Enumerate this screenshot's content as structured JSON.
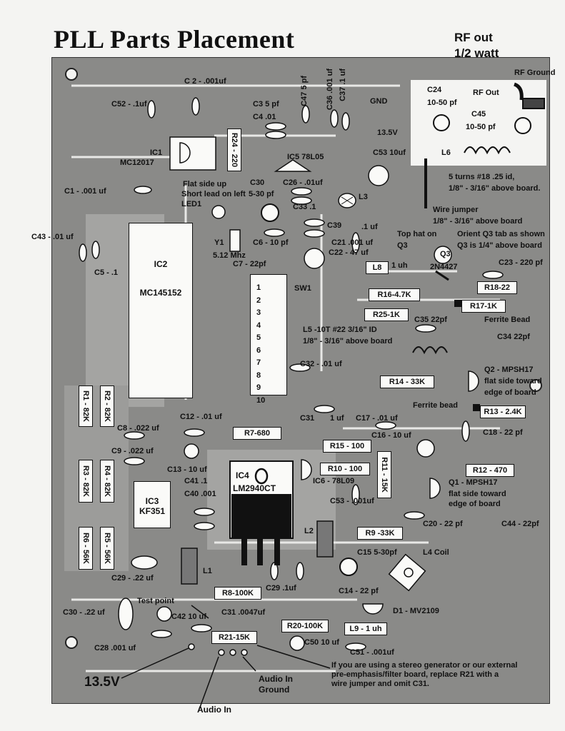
{
  "title": "PLL Parts Placement",
  "rf_out": {
    "line1": "RF out",
    "line2": "1/2 watt"
  },
  "labels": {
    "rf_ground": "RF Ground",
    "rf_out_pad": "RF Out",
    "gnd": "GND",
    "v13_5_top": "13.5V",
    "c2": "C 2 - .001uf",
    "c52": "C52 - .1uf",
    "c3": "C3  5 pf",
    "c4": "C4  .01",
    "c47": "C47 5 pf",
    "c36": "C36 .001 uf",
    "c37": "C37 .1 uf",
    "c24": "C24",
    "c24_val": "10-50 pf",
    "c45": "C45",
    "c45_val": "10-50 pf",
    "l6": "L6",
    "ic1": "IC1",
    "ic1_part": "MC12017",
    "r24": "R24 - 220",
    "ic5": "IC5 78L05",
    "c53_top": "C53 10uf",
    "flat_side": "Flat side up",
    "short_lead": "Short lead on left",
    "led1": "LED1",
    "c1": "C1 - .001 uf",
    "c30": "C30",
    "c30_val": "5-30 pf",
    "c26": "C26 - .01uf",
    "c33": "C33  .1",
    "l3": "L3",
    "turns": "5 turns #18 .25 id,",
    "turns2": "1/8\" - 3/16\"  above board.",
    "wire_jumper": "Wire jumper",
    "wire_jumper2": "1/8\" - 3/16\" above board",
    "top_hat": "Top hat on",
    "top_hat2": "Q3",
    "orient": "Orient Q3 tab as shown",
    "orient2": "Q3 is 1/4\" above board",
    "c43": "C43 - .01 uf",
    "ic2": "IC2",
    "ic2_part": "MC145152",
    "y1": "Y1",
    "y1_val": "5.12 Mhz",
    "c6": "C6 - 10 pf",
    "c39": "C39",
    "c39_val": ".1 uf",
    "c21": "C21 .001 uf",
    "c22": "C22 - 47 uf",
    "q3": "Q3",
    "q3_part": "2N4427",
    "c5": "C5 - .1",
    "c7": "C7 - 22pf",
    "sw1": "SW1",
    "l8": "L8",
    "l8_val": "1 uh",
    "c23": "C23 - 220 pf",
    "r16": "R16-4.7K",
    "r18": "R18-22",
    "r17": "R17-1K",
    "r25": "R25-1K",
    "ferrite1": "Ferrite Bead",
    "c35": "C35  22pf",
    "c34": "C34  22pf",
    "l5": "L5 -10T #22 3/16\" ID",
    "l5_2": "1/8\" - 3/16\" above board",
    "c32": "C32 - .01 uf",
    "r14": "R14 - 33K",
    "q2": "Q2 - MPSH17",
    "q2_2": "flat side toward",
    "q2_3": "edge of board",
    "r1": "R1 - 82K",
    "r2": "R2 - 82K",
    "ferrite2": "Ferrite bead",
    "r13": "R13 - 2.4K",
    "c12": "C12 - .01 uf",
    "c31_top": "C31",
    "c31_val": "1 uf",
    "c17": "C17 - .01 uf",
    "c8": "C8 - .022 uf",
    "r7": "R7-680",
    "c16": "C16 - 10 uf",
    "c18": "C18 - 22  pf",
    "c9": "C9 - .022 uf",
    "r15": "R15 - 100",
    "r3": "R3 - 82K",
    "r4": "R4 - 82K",
    "c13": "C13 - 10 uf",
    "ic4": "IC4",
    "ic4_part": "LM2940CT",
    "r10": "R10 - 100",
    "r11": "R11 - 15K",
    "r12": "R12 - 470",
    "c41": "C41 .1",
    "ic6": "IC6 - 78L09",
    "q1": "Q1 - MPSH17",
    "q1_2": "flat side toward",
    "q1_3": "edge of board",
    "c40": "C40 .001",
    "ic3": "IC3",
    "ic3_part": "KF351",
    "c53_mid": "C53 - .001uf",
    "r6": "R6 - 56K",
    "r5": "R5 - 56K",
    "l2": "L2",
    "r9": "R9 -33K",
    "c20": "C20 - 22 pf",
    "c44": "C44 - 22pf",
    "c15": "C15 5-30pf",
    "l4": "L4  Coil",
    "l1": "L1",
    "c29": "C29 - .22 uf",
    "c29b": "C29 .1uf",
    "c14": "C14 - 22 pf",
    "r8": "R8-100K",
    "test_point": "Test point",
    "d1": "D1 - MV2109",
    "c30b": "C30 - .22 uf",
    "c42": "C42 10 uf",
    "c31b": "C31  .0047uf",
    "r20": "R20-100K",
    "l9": "L9 - 1 uh",
    "c28": "C28 .001 uf",
    "r21": "R21-15K",
    "c50": "C50 10 uf",
    "c51": "C51 - .001uf",
    "note1": "If you are using a stereo generator or our external",
    "note2": "pre-emphasis/filter board,  replace R21 with a",
    "note3": "wire jumper and omit C31.",
    "v13_5": "13.5V",
    "audio_in_ground": "Audio In",
    "audio_in_ground2": "Ground",
    "audio_in": "Audio In"
  },
  "switch_numbers": [
    "1",
    "2",
    "3",
    "4",
    "5",
    "6",
    "7",
    "8",
    "9",
    "10"
  ]
}
